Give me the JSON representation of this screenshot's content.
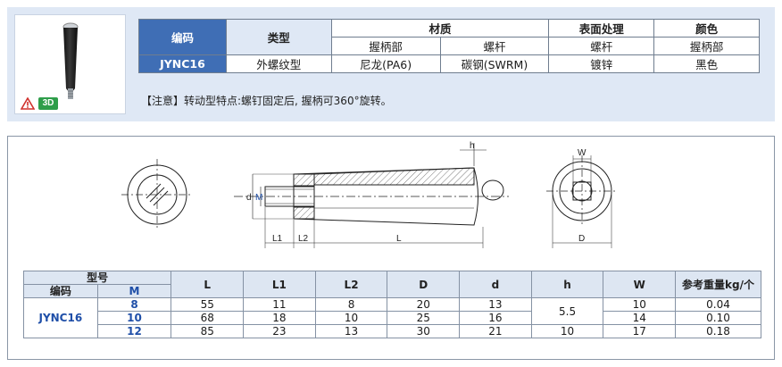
{
  "spec": {
    "code_header": "编码",
    "type_header": "类型",
    "material_header": "材质",
    "surface_header": "表面处理",
    "color_header": "颜色",
    "sub_grip_1": "握柄部",
    "sub_screw_1": "螺杆",
    "sub_screw_2": "螺杆",
    "sub_grip_2": "握柄部",
    "code": "JYNC16",
    "type": "外螺纹型",
    "grip_material": "尼龙(PA6)",
    "screw_material": "碳钢(SWRM)",
    "surface": "镀锌",
    "color": "黑色"
  },
  "note": "【注意】转动型特点:螺钉固定后, 握柄可360°旋转。",
  "badge_3d": "3D",
  "drawing": {
    "label_h": "h",
    "label_d": "d",
    "label_M": "M",
    "label_L1": "L1",
    "label_L2": "L2",
    "label_L": "L",
    "label_W": "W",
    "label_D": "D"
  },
  "dims": {
    "model_header": "型号",
    "code_header": "编码",
    "m_header": "M",
    "col_L": "L",
    "col_L1": "L1",
    "col_L2": "L2",
    "col_D": "D",
    "col_d": "d",
    "col_h": "h",
    "col_W": "W",
    "col_weight": "参考重量kg/个",
    "code": "JYNC16",
    "rows": [
      {
        "M": "8",
        "L": "55",
        "L1": "11",
        "L2": "8",
        "D": "20",
        "d": "13",
        "W": "10",
        "weight": "0.04"
      },
      {
        "M": "10",
        "L": "68",
        "L1": "18",
        "L2": "10",
        "D": "25",
        "d": "16",
        "W": "14",
        "weight": "0.10"
      },
      {
        "M": "12",
        "L": "85",
        "L1": "23",
        "L2": "13",
        "D": "30",
        "d": "21",
        "W": "17",
        "weight": "0.18"
      }
    ],
    "h_shared": "5.5",
    "h_last": "10"
  }
}
